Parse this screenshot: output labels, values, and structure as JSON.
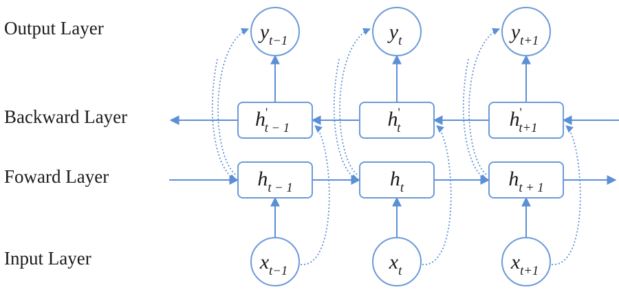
{
  "layers": {
    "output": "Output Layer",
    "backward": "Backward Layer",
    "forward": "Foward Layer",
    "input": "Input Layer"
  },
  "nodes": {
    "y": [
      {
        "base": "y",
        "sub": "t−1"
      },
      {
        "base": "y",
        "sub": "t"
      },
      {
        "base": "y",
        "sub": "t+1"
      }
    ],
    "h_backward": [
      {
        "base": "h",
        "prime": "'",
        "sub": "t − 1"
      },
      {
        "base": "h",
        "prime": "'",
        "sub": "t"
      },
      {
        "base": "h",
        "prime": "'",
        "sub": "t+1"
      }
    ],
    "h_forward": [
      {
        "base": "h",
        "sub": "t − 1"
      },
      {
        "base": "h",
        "sub": "t"
      },
      {
        "base": "h",
        "sub": "t + 1"
      }
    ],
    "x": [
      {
        "base": "x",
        "sub": "t−1"
      },
      {
        "base": "x",
        "sub": "t"
      },
      {
        "base": "x",
        "sub": "t+1"
      }
    ]
  },
  "colors": {
    "line": "#5b8fd6",
    "box_stroke": "#6a9ad8",
    "text": "#1a1a1a"
  }
}
